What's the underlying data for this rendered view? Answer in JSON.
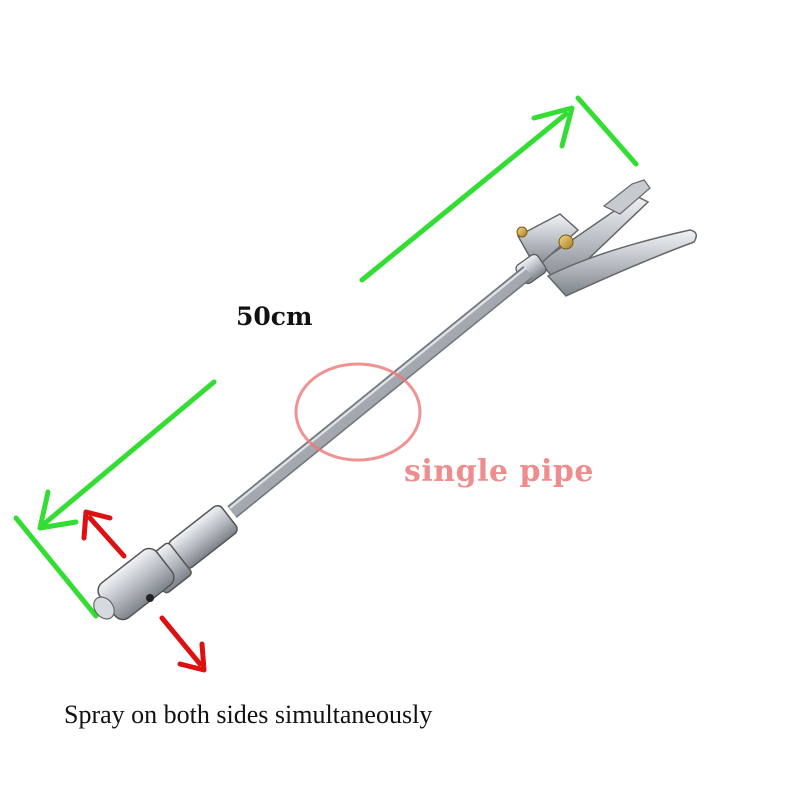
{
  "labels": {
    "length": "50cm",
    "pipe": "single pipe",
    "spray": "Spray on both sides simultaneously"
  },
  "colors": {
    "dimension_line": "#33dd33",
    "spray_arrow": "#dd1111",
    "callout_circle": "#ee7777",
    "callout_text": "#ef8c8c",
    "metal": "#b8bcc2"
  }
}
